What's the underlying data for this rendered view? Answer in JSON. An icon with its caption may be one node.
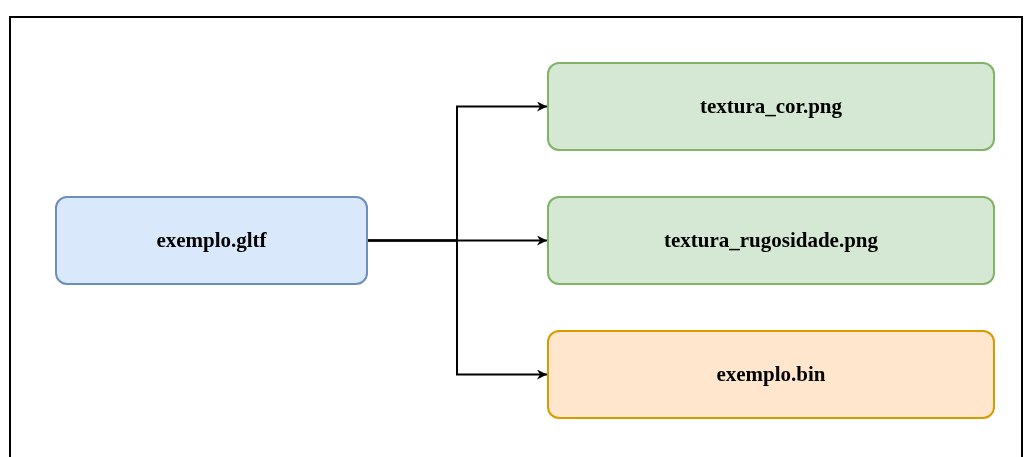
{
  "diagram": {
    "nodes": [
      {
        "text": [
          "exemplo.gltf"
        ]
      },
      {
        "text": [
          "textura_cor.png"
        ]
      },
      {
        "text": [
          "textura_rugosidade.png"
        ]
      },
      {
        "text": [
          "exemplo.bin"
        ]
      }
    ],
    "edges": [
      {
        "from": 0,
        "to": 1,
        "arrow": "to"
      },
      {
        "from": 0,
        "to": 2,
        "arrow": "to"
      },
      {
        "from": 0,
        "to": 3,
        "arrow": "to"
      }
    ]
  }
}
